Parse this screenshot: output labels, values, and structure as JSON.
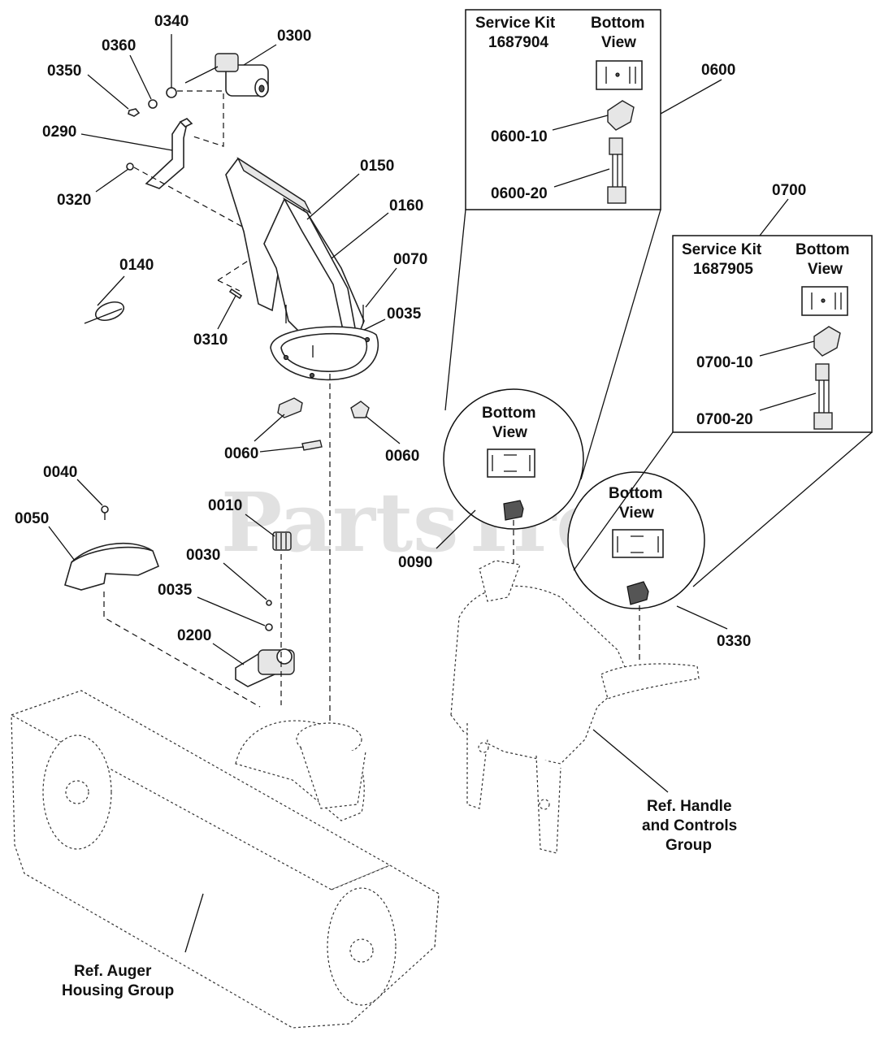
{
  "watermark": "PartsTree",
  "callouts": {
    "c0340": "0340",
    "c0300": "0300",
    "c0360": "0360",
    "c0350": "0350",
    "c0290": "0290",
    "c0320": "0320",
    "c0150": "0150",
    "c0160": "0160",
    "c0070": "0070",
    "c0140": "0140",
    "c0035a": "0035",
    "c0310": "0310",
    "c0060a": "0060",
    "c0060b": "0060",
    "c0040": "0040",
    "c0050": "0050",
    "c0010": "0010",
    "c0030": "0030",
    "c0035b": "0035",
    "c0200": "0200",
    "c0600": "0600",
    "c0600_10": "0600-10",
    "c0600_20": "0600-20",
    "c0700": "0700",
    "c0700_10": "0700-10",
    "c0700_20": "0700-20",
    "c0090": "0090",
    "c0330": "0330"
  },
  "kit_0600": {
    "line1": "Service Kit",
    "line2": "1687904",
    "view1": "Bottom",
    "view2": "View"
  },
  "kit_0700": {
    "line1": "Service Kit",
    "line2": "1687905",
    "view1": "Bottom",
    "view2": "View"
  },
  "detail_0090": {
    "line1": "Bottom",
    "line2": "View"
  },
  "detail_0330": {
    "line1": "Bottom",
    "line2": "View"
  },
  "refs": {
    "handle1": "Ref. Handle",
    "handle2": "and Controls",
    "handle3": "Group",
    "auger1": "Ref. Auger",
    "auger2": "Housing Group"
  }
}
